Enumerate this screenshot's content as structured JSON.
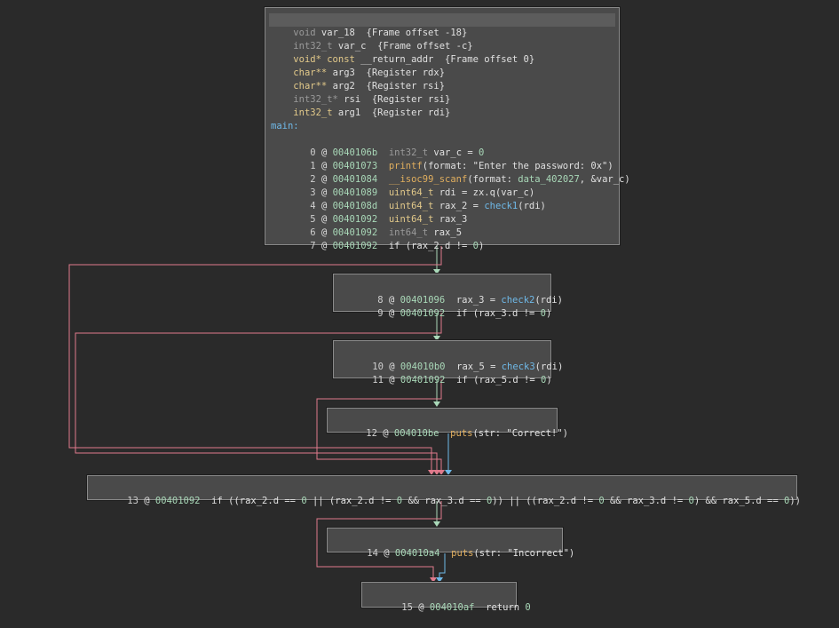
{
  "colors": {
    "background": "#2a2a2a",
    "node_fill": "#4a4a4a",
    "node_border": "#8a8a8a",
    "edge_true": "#a9d8b8",
    "edge_false": "#e07a8c",
    "edge_unconditional": "#6fb9e8"
  },
  "entry_block": {
    "stack_vars": [
      {
        "type": "void",
        "name": "var_18",
        "loc": "{Frame offset -18}"
      },
      {
        "type": "int32_t",
        "name": "var_c",
        "loc": "{Frame offset -c}"
      },
      {
        "type": "void* const",
        "name": "__return_addr",
        "loc": "{Frame offset 0}"
      },
      {
        "type": "char**",
        "name": "arg3",
        "loc": "{Register rdx}"
      },
      {
        "type": "char**",
        "name": "arg2",
        "loc": "{Register rsi}"
      },
      {
        "type": "int32_t*",
        "name": "rsi",
        "loc": "{Register rsi}"
      },
      {
        "type": "int32_t",
        "name": "arg1",
        "loc": "{Register rdi}"
      }
    ],
    "label": "main:",
    "lines": [
      {
        "idx": "0",
        "addr": "0040106b",
        "a": "int32_t",
        "b": " var_c = ",
        "c": "0"
      },
      {
        "idx": "1",
        "addr": "00401073",
        "a": "printf",
        "b": "(format: \"Enter the password: 0x\")"
      },
      {
        "idx": "2",
        "addr": "00401084",
        "a": "__isoc99_scanf",
        "b": "(format: ",
        "c": "data_402027",
        "d": ", &var_c)"
      },
      {
        "idx": "3",
        "addr": "00401089",
        "a": "uint64_t",
        "b": " rdi = zx.q(var_c)"
      },
      {
        "idx": "4",
        "addr": "0040108d",
        "a": "uint64_t",
        "b": " rax_2 = ",
        "c": "check1",
        "d": "(rdi)"
      },
      {
        "idx": "5",
        "addr": "00401092",
        "a": "uint64_t",
        "b": " rax_3"
      },
      {
        "idx": "6",
        "addr": "00401092",
        "a": "int64_t",
        "b": " rax_5"
      },
      {
        "idx": "7",
        "addr": "00401092",
        "b": "if (rax_2.d != ",
        "c": "0",
        "d": ")"
      }
    ]
  },
  "block_check2": {
    "lines": [
      {
        "idx": "8",
        "addr": "00401096",
        "b": "rax_3 = ",
        "c": "check2",
        "d": "(rdi)"
      },
      {
        "idx": "9",
        "addr": "00401092",
        "b": "if (rax_3.d != ",
        "e": "0",
        "f": ")"
      }
    ]
  },
  "block_check3": {
    "lines": [
      {
        "idx": "10",
        "addr": "004010b0",
        "b": "rax_5 = ",
        "c": "check3",
        "d": "(rdi)"
      },
      {
        "idx": "11",
        "addr": "00401092",
        "b": "if (rax_5.d != ",
        "e": "0",
        "f": ")"
      }
    ]
  },
  "block_correct": {
    "idx": "12",
    "addr": "004010be",
    "func": "puts",
    "args": "(str: \"Correct!\")"
  },
  "block_cond": {
    "idx": "13",
    "addr": "00401092",
    "p1": "if ((rax_2.d == ",
    "n1": "0",
    "p2": " || (rax_2.d != ",
    "n2": "0",
    "p3": " && rax_3.d == ",
    "n3": "0",
    "p4": ")) || ((rax_2.d != ",
    "n4": "0",
    "p5": " && rax_3.d != ",
    "n5": "0",
    "p6": ") && rax_5.d == ",
    "n6": "0",
    "p7": "))"
  },
  "block_incorrect": {
    "idx": "14",
    "addr": "004010a4",
    "func": "puts",
    "args": "(str: \"Incorrect\")"
  },
  "block_return": {
    "idx": "15",
    "addr": "004010af",
    "kw": "return ",
    "val": "0"
  }
}
